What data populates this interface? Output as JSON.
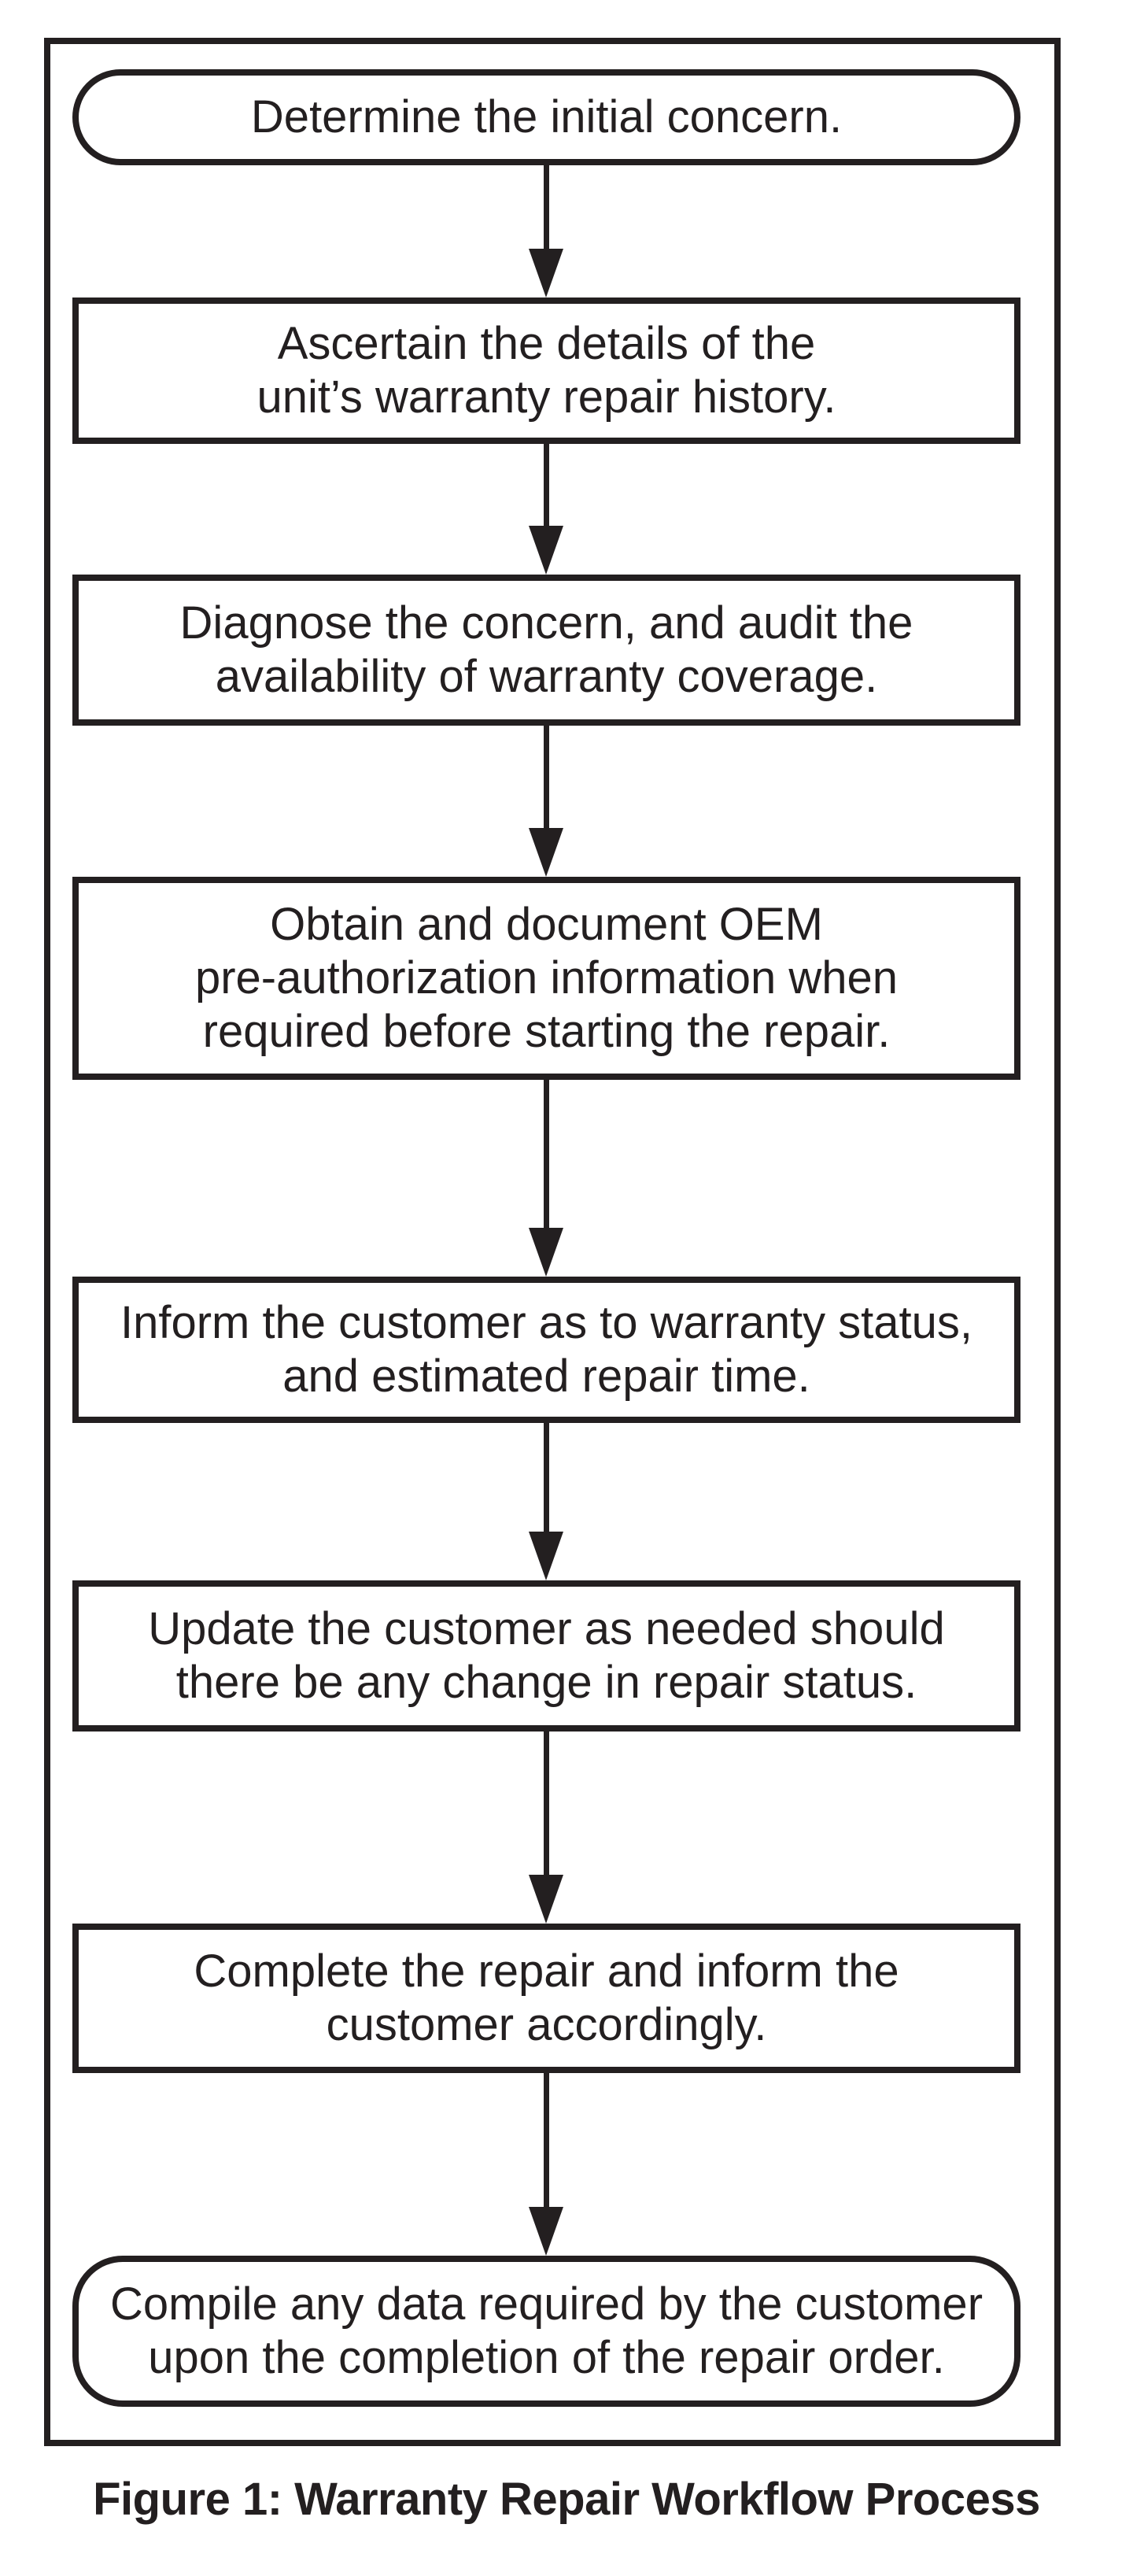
{
  "figure": {
    "caption": "Figure 1: Warranty Repair Workflow Process"
  },
  "flowchart": {
    "stroke_color": "#231f20",
    "background_color": "#ffffff",
    "connector_style": "arrow-down",
    "steps": [
      {
        "id": 1,
        "shape": "rounded",
        "lines": [
          "Determine the initial concern."
        ]
      },
      {
        "id": 2,
        "shape": "rect",
        "lines": [
          "Ascertain the details of the",
          "unit’s warranty repair history."
        ]
      },
      {
        "id": 3,
        "shape": "rect",
        "lines": [
          "Diagnose the concern, and audit the",
          "availability of warranty coverage."
        ]
      },
      {
        "id": 4,
        "shape": "rect",
        "lines": [
          "Obtain and document OEM",
          "pre-authorization information when",
          "required before starting the repair."
        ]
      },
      {
        "id": 5,
        "shape": "rect",
        "lines": [
          "Inform the customer as to warranty status,",
          "and estimated repair time."
        ]
      },
      {
        "id": 6,
        "shape": "rect",
        "lines": [
          "Update the customer as needed should",
          "there be any change in repair status."
        ]
      },
      {
        "id": 7,
        "shape": "rect",
        "lines": [
          "Complete the repair and inform the",
          "customer accordingly."
        ]
      },
      {
        "id": 8,
        "shape": "rounded",
        "lines": [
          "Compile any data required by the customer",
          "upon the completion of the repair order."
        ]
      }
    ]
  }
}
